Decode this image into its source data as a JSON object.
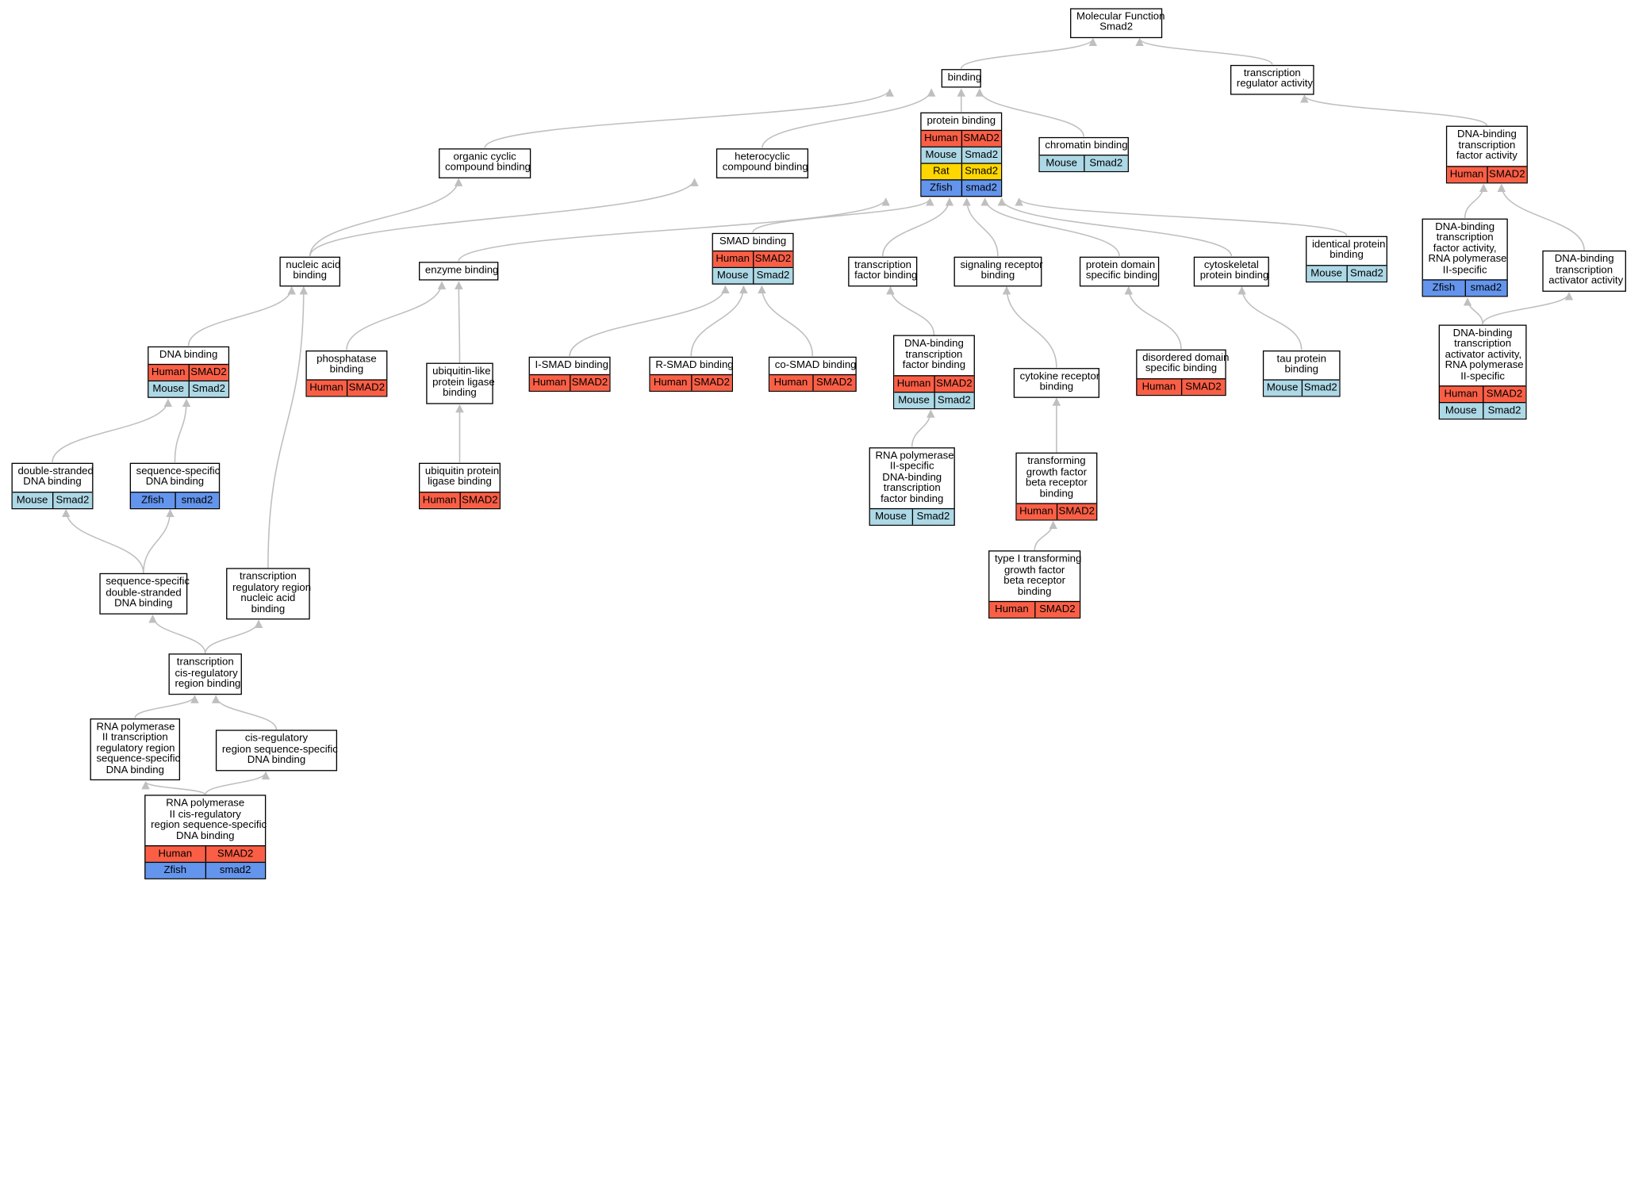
{
  "colors": {
    "Human": "#fa5f46",
    "Mouse": "#add8e6",
    "Rat": "#ffd700",
    "Zfish": "#6495ed",
    "edge": "#bfbfbf"
  },
  "nodes": [
    {
      "id": "mf",
      "label": "Molecular Function\nSmad2",
      "rows": []
    },
    {
      "id": "binding",
      "label": "binding",
      "rows": []
    },
    {
      "id": "tra",
      "label": "transcription\nregulator activity",
      "rows": []
    },
    {
      "id": "ocb",
      "label": "organic cyclic\ncompound binding",
      "rows": []
    },
    {
      "id": "hcb",
      "label": "heterocyclic\ncompound binding",
      "rows": []
    },
    {
      "id": "pb",
      "label": "protein binding",
      "rows": [
        [
          "Human",
          "SMAD2"
        ],
        [
          "Mouse",
          "Smad2"
        ],
        [
          "Rat",
          "Smad2"
        ],
        [
          "Zfish",
          "smad2"
        ]
      ]
    },
    {
      "id": "cb",
      "label": "chromatin binding",
      "rows": [
        [
          "Mouse",
          "Smad2"
        ]
      ]
    },
    {
      "id": "dtfa",
      "label": "DNA-binding\ntranscription\nfactor activity",
      "rows": [
        [
          "Human",
          "SMAD2"
        ]
      ]
    },
    {
      "id": "nab",
      "label": "nucleic acid\nbinding",
      "rows": []
    },
    {
      "id": "eb",
      "label": "enzyme binding",
      "rows": []
    },
    {
      "id": "smadb",
      "label": "SMAD binding",
      "rows": [
        [
          "Human",
          "SMAD2"
        ],
        [
          "Mouse",
          "Smad2"
        ]
      ]
    },
    {
      "id": "tfb",
      "label": "transcription\nfactor binding",
      "rows": []
    },
    {
      "id": "srb",
      "label": "signaling receptor\nbinding",
      "rows": []
    },
    {
      "id": "pdsb",
      "label": "protein domain\nspecific binding",
      "rows": []
    },
    {
      "id": "cpb",
      "label": "cytoskeletal\nprotein binding",
      "rows": []
    },
    {
      "id": "ipb",
      "label": "identical protein\nbinding",
      "rows": [
        [
          "Mouse",
          "Smad2"
        ]
      ]
    },
    {
      "id": "dtfa2",
      "label": "DNA-binding\ntranscription\nfactor activity,\nRNA polymerase\nII-specific",
      "rows": [
        [
          "Zfish",
          "smad2"
        ]
      ]
    },
    {
      "id": "dtaa",
      "label": "DNA-binding\ntranscription\nactivator activity",
      "rows": []
    },
    {
      "id": "dnab",
      "label": "DNA binding",
      "rows": [
        [
          "Human",
          "SMAD2"
        ],
        [
          "Mouse",
          "Smad2"
        ]
      ]
    },
    {
      "id": "phb",
      "label": "phosphatase\nbinding",
      "rows": [
        [
          "Human",
          "SMAD2"
        ]
      ]
    },
    {
      "id": "ulplb",
      "label": "ubiquitin-like\nprotein ligase\nbinding",
      "rows": []
    },
    {
      "id": "isb",
      "label": "I-SMAD binding",
      "rows": [
        [
          "Human",
          "SMAD2"
        ]
      ]
    },
    {
      "id": "rsb",
      "label": "R-SMAD binding",
      "rows": [
        [
          "Human",
          "SMAD2"
        ]
      ]
    },
    {
      "id": "csb",
      "label": "co-SMAD binding",
      "rows": [
        [
          "Human",
          "SMAD2"
        ]
      ]
    },
    {
      "id": "dtfb",
      "label": "DNA-binding\ntranscription\nfactor binding",
      "rows": [
        [
          "Human",
          "SMAD2"
        ],
        [
          "Mouse",
          "Smad2"
        ]
      ]
    },
    {
      "id": "crb",
      "label": "cytokine receptor\nbinding",
      "rows": []
    },
    {
      "id": "ddsb",
      "label": "disordered domain\nspecific binding",
      "rows": [
        [
          "Human",
          "SMAD2"
        ]
      ]
    },
    {
      "id": "tpb",
      "label": "tau protein\nbinding",
      "rows": [
        [
          "Mouse",
          "Smad2"
        ]
      ]
    },
    {
      "id": "dtaa2",
      "label": "DNA-binding\ntranscription\nactivator activity,\nRNA polymerase\nII-specific",
      "rows": [
        [
          "Human",
          "SMAD2"
        ],
        [
          "Mouse",
          "Smad2"
        ]
      ]
    },
    {
      "id": "dsdb",
      "label": "double-stranded\nDNA binding",
      "rows": [
        [
          "Mouse",
          "Smad2"
        ]
      ]
    },
    {
      "id": "ssdb",
      "label": "sequence-specific\nDNA binding",
      "rows": [
        [
          "Zfish",
          "smad2"
        ]
      ]
    },
    {
      "id": "uplb",
      "label": "ubiquitin protein\nligase binding",
      "rows": [
        [
          "Human",
          "SMAD2"
        ]
      ]
    },
    {
      "id": "rp2tfb",
      "label": "RNA polymerase\nII-specific\nDNA-binding\ntranscription\nfactor binding",
      "rows": [
        [
          "Mouse",
          "Smad2"
        ]
      ]
    },
    {
      "id": "tgfbrb",
      "label": "transforming\ngrowth factor\nbeta receptor\nbinding",
      "rows": [
        [
          "Human",
          "SMAD2"
        ]
      ]
    },
    {
      "id": "t1tgfbrb",
      "label": "type I transforming\ngrowth factor\nbeta receptor\nbinding",
      "rows": [
        [
          "Human",
          "SMAD2"
        ]
      ]
    },
    {
      "id": "ssdsdb",
      "label": "sequence-specific\ndouble-stranded\nDNA binding",
      "rows": []
    },
    {
      "id": "trrnab",
      "label": "transcription\nregulatory region\nnucleic acid\nbinding",
      "rows": []
    },
    {
      "id": "tcrrb",
      "label": "transcription\ncis-regulatory\nregion binding",
      "rows": []
    },
    {
      "id": "rp2trr",
      "label": "RNA polymerase\nII transcription\nregulatory region\nsequence-specific\nDNA binding",
      "rows": []
    },
    {
      "id": "crrssdb",
      "label": "cis-regulatory\nregion sequence-specific\nDNA binding",
      "rows": []
    },
    {
      "id": "rp2crr",
      "label": "RNA polymerase\nII cis-regulatory\nregion sequence-specific\nDNA binding",
      "rows": [
        [
          "Human",
          "SMAD2"
        ],
        [
          "Zfish",
          "smad2"
        ]
      ]
    }
  ],
  "edges": [
    [
      "binding",
      "mf"
    ],
    [
      "tra",
      "mf"
    ],
    [
      "ocb",
      "binding"
    ],
    [
      "hcb",
      "binding"
    ],
    [
      "pb",
      "binding"
    ],
    [
      "cb",
      "binding"
    ],
    [
      "dtfa",
      "tra"
    ],
    [
      "nab",
      "ocb"
    ],
    [
      "nab",
      "hcb"
    ],
    [
      "eb",
      "pb"
    ],
    [
      "smadb",
      "pb"
    ],
    [
      "tfb",
      "pb"
    ],
    [
      "srb",
      "pb"
    ],
    [
      "pdsb",
      "pb"
    ],
    [
      "cpb",
      "pb"
    ],
    [
      "ipb",
      "pb"
    ],
    [
      "dtfa2",
      "dtfa"
    ],
    [
      "dtaa",
      "dtfa"
    ],
    [
      "dnab",
      "nab"
    ],
    [
      "trrnab",
      "nab"
    ],
    [
      "phb",
      "eb"
    ],
    [
      "ulplb",
      "eb"
    ],
    [
      "uplb",
      "ulplb"
    ],
    [
      "isb",
      "smadb"
    ],
    [
      "rsb",
      "smadb"
    ],
    [
      "csb",
      "smadb"
    ],
    [
      "dtfb",
      "tfb"
    ],
    [
      "rp2tfb",
      "dtfb"
    ],
    [
      "crb",
      "srb"
    ],
    [
      "tgfbrb",
      "crb"
    ],
    [
      "t1tgfbrb",
      "tgfbrb"
    ],
    [
      "ddsb",
      "pdsb"
    ],
    [
      "tpb",
      "cpb"
    ],
    [
      "dtaa2",
      "dtfa2"
    ],
    [
      "dtaa2",
      "dtaa"
    ],
    [
      "dsdb",
      "dnab"
    ],
    [
      "ssdb",
      "dnab"
    ],
    [
      "ssdsdb",
      "dsdb"
    ],
    [
      "ssdsdb",
      "ssdb"
    ],
    [
      "tcrrb",
      "ssdsdb"
    ],
    [
      "tcrrb",
      "trrnab"
    ],
    [
      "rp2trr",
      "tcrrb"
    ],
    [
      "crrssdb",
      "tcrrb"
    ],
    [
      "rp2crr",
      "rp2trr"
    ],
    [
      "rp2crr",
      "crrssdb"
    ]
  ]
}
